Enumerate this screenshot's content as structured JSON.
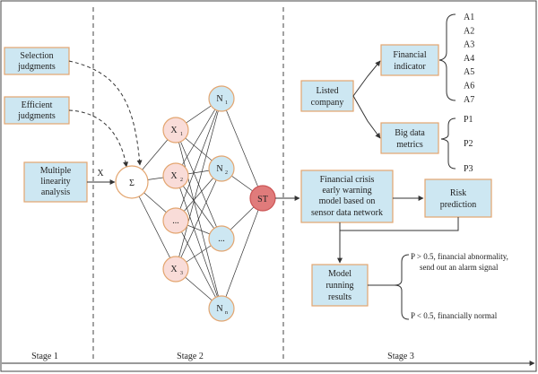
{
  "stages": {
    "stage1": "Stage 1",
    "stage2": "Stage 2",
    "stage3": "Stage 3"
  },
  "stage1": {
    "selection": [
      "Selection",
      "judgments"
    ],
    "efficient": [
      "Efficient",
      "judgments"
    ],
    "multiple": [
      "Multiple",
      "linearity",
      "analysis"
    ],
    "x_label": "X"
  },
  "stage2": {
    "sigma": "Σ",
    "inputs": [
      {
        "base": "X",
        "sub": "1"
      },
      {
        "base": "X",
        "sub": "2"
      },
      {
        "base": "...",
        "sub": ""
      },
      {
        "base": "X",
        "sub": "3"
      }
    ],
    "hidden": [
      {
        "base": "N",
        "sub": "1"
      },
      {
        "base": "N",
        "sub": "2"
      },
      {
        "base": "...",
        "sub": ""
      },
      {
        "base": "N",
        "sub": "n"
      }
    ],
    "st": "ST"
  },
  "stage3": {
    "listed": [
      "Listed",
      "company"
    ],
    "financial_indicator": [
      "Financial",
      "indicator"
    ],
    "big_data": [
      "Big data",
      "metrics"
    ],
    "a_list": [
      "A1",
      "A2",
      "A3",
      "A4",
      "A5",
      "A6",
      "A7"
    ],
    "p_list": [
      "P1",
      "P2",
      "P3"
    ],
    "warning": [
      "Financial crisis",
      "early warning",
      "model based on",
      "sensor data network"
    ],
    "risk": [
      "Risk",
      "prediction"
    ],
    "model_running": [
      "Model",
      "running",
      "results"
    ],
    "abnormal": [
      "P > 0.5, financial abnormality,",
      "send out an alarm signal"
    ],
    "normal": "P < 0.5, financially normal"
  },
  "colors": {
    "box_fill": "#cde7f2",
    "box_stroke": "#e3a56f",
    "input_node": "#f9dcd8",
    "st_node": "#e07b7b",
    "line": "#333333"
  }
}
